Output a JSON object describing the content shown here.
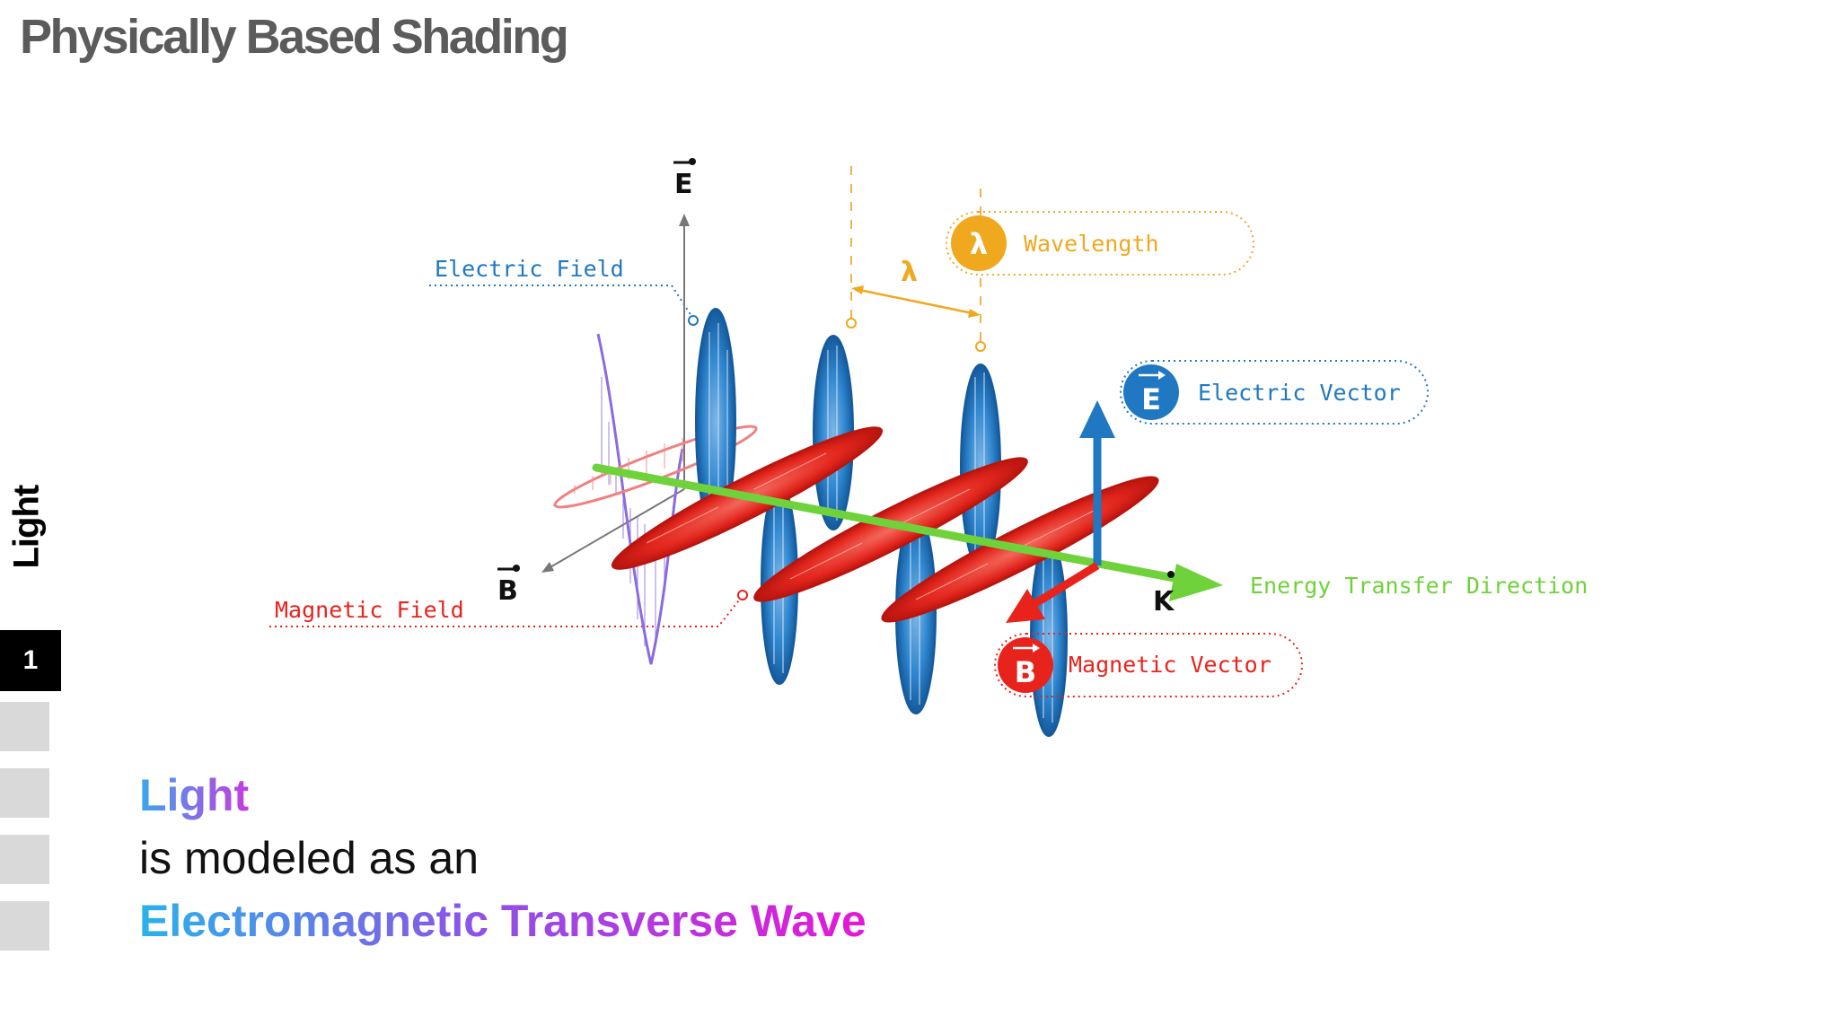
{
  "header": {
    "title": "Physically Based Shading"
  },
  "sidebar": {
    "section_label": "Light",
    "active_index": "1"
  },
  "diagram": {
    "labels": {
      "electric_field": "Electric Field",
      "magnetic_field": "Magnetic Field",
      "wavelength": "Wavelength",
      "electric_vector": "Electric Vector",
      "magnetic_vector": "Magnetic Vector",
      "energy_direction": "Energy Transfer Direction",
      "axis_e": "E",
      "axis_b": "B",
      "axis_k": "K",
      "lambda": "λ",
      "badge_lambda": "λ",
      "badge_e": "E",
      "badge_b": "B"
    },
    "colors": {
      "electric": "#1f78c1",
      "magnetic": "#e8231c",
      "energy": "#6fd23a",
      "wavelength": "#f0a81e",
      "purple_wave": "#8a6be0"
    }
  },
  "caption": {
    "line1": "Light",
    "line2": "is modeled as an",
    "line3": "Electromagnetic Transverse Wave"
  }
}
